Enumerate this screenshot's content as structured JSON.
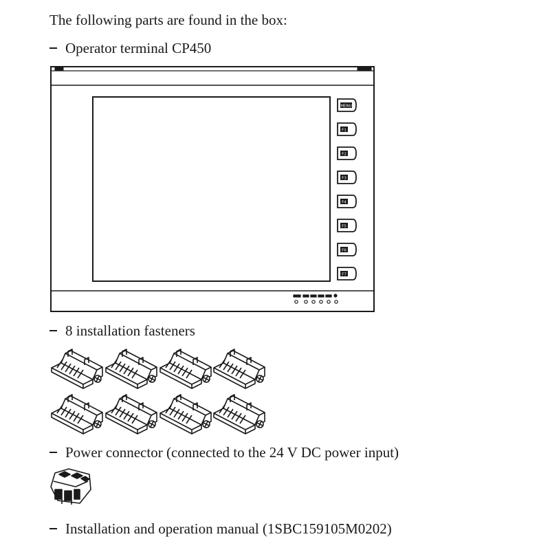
{
  "intro": "The following parts are found in the box:",
  "items": [
    "Operator terminal CP450",
    "8 installation fasteners",
    "Power connector (connected to the 24 V DC power input)",
    "Installation and operation manual (1SBC159105M0202)"
  ],
  "terminal": {
    "keys": [
      "MENU",
      "F1",
      "F2",
      "F3",
      "F4",
      "F5",
      "F6",
      "F7"
    ]
  }
}
